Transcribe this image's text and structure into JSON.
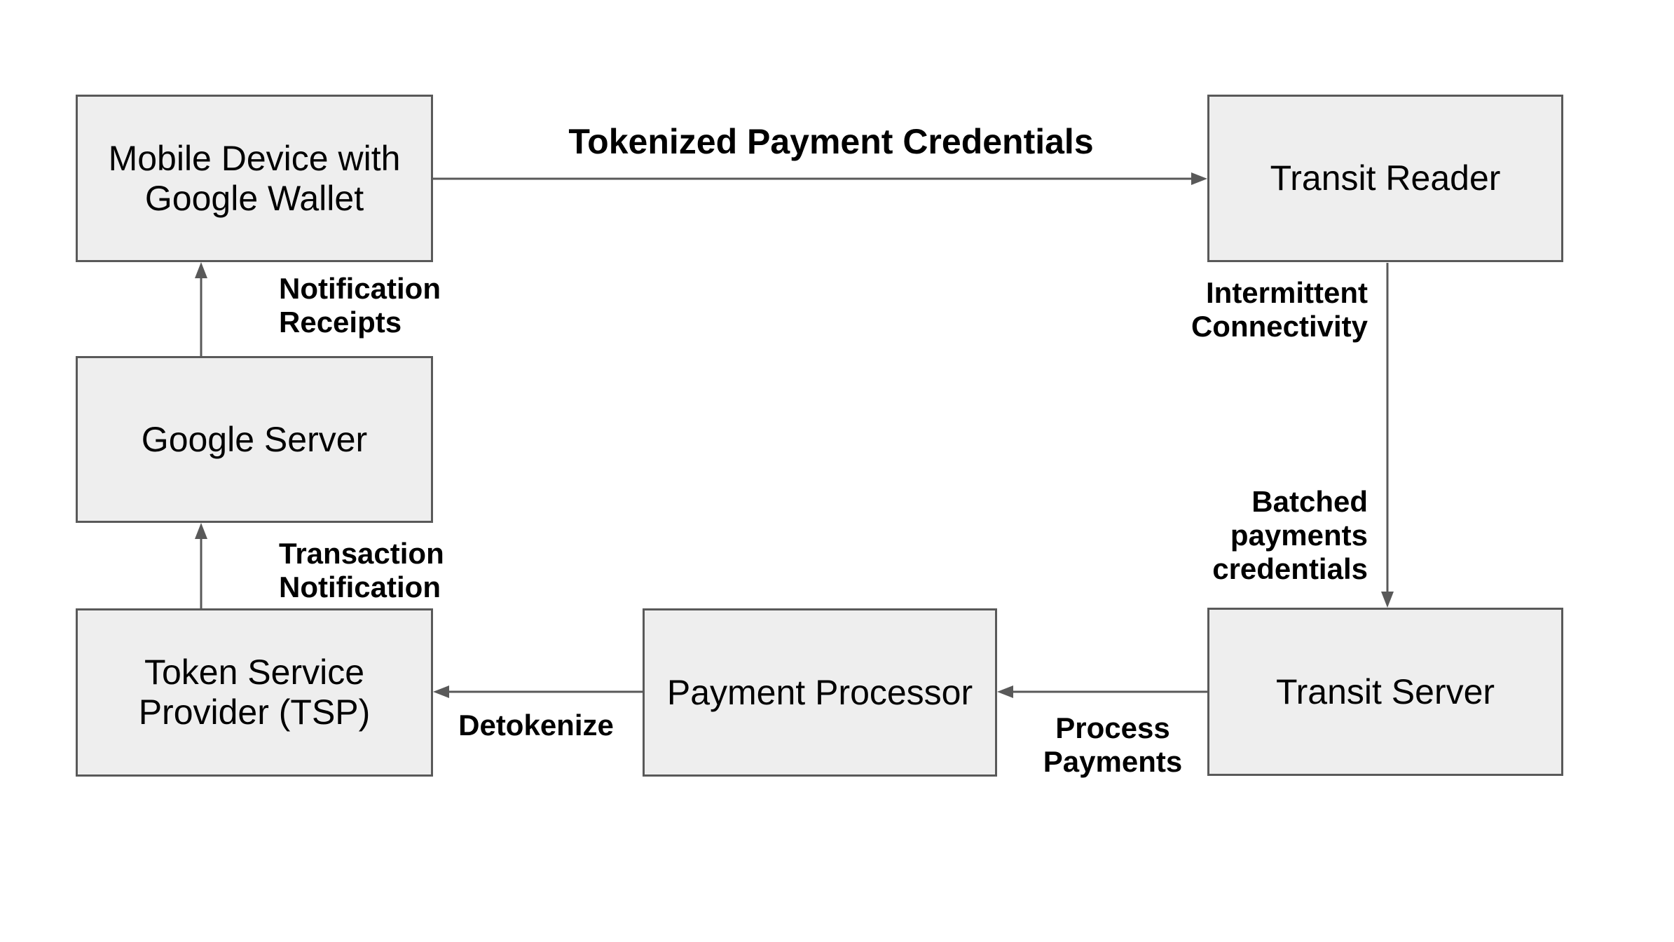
{
  "colors": {
    "bg": "#ffffff",
    "node_fill": "#eeeeee",
    "node_border": "#595959",
    "arrow": "#595959",
    "text": "#000000"
  },
  "diagram": {
    "nodes": [
      {
        "id": "mobile-device-google-wallet",
        "lines": [
          "Mobile Device with",
          "Google Wallet"
        ]
      },
      {
        "id": "transit-reader",
        "lines": [
          "Transit Reader"
        ]
      },
      {
        "id": "google-server",
        "lines": [
          "Google Server"
        ]
      },
      {
        "id": "token-service-provider-tsp",
        "lines": [
          "Token Service",
          "Provider (TSP)"
        ]
      },
      {
        "id": "payment-processor",
        "lines": [
          "Payment Processor"
        ]
      },
      {
        "id": "transit-server",
        "lines": [
          "Transit Server"
        ]
      }
    ],
    "edge_labels": [
      {
        "id": "tokenized-payment-credentials",
        "lines": [
          "Tokenized Payment Credentials"
        ]
      },
      {
        "id": "notification-receipts",
        "lines": [
          "Notification",
          "Receipts"
        ]
      },
      {
        "id": "transaction-notification",
        "lines": [
          "Transaction",
          "Notification"
        ]
      },
      {
        "id": "intermittent-connectivity",
        "lines": [
          "Intermittent",
          "Connectivity"
        ]
      },
      {
        "id": "batched-payments-credentials",
        "lines": [
          "Batched",
          "payments",
          "credentials"
        ]
      },
      {
        "id": "process-payments",
        "lines": [
          "Process",
          "Payments"
        ]
      },
      {
        "id": "detokenize",
        "lines": [
          "Detokenize"
        ]
      }
    ],
    "edges": [
      {
        "from": "mobile-device-google-wallet",
        "to": "transit-reader",
        "label": "Tokenized Payment Credentials"
      },
      {
        "from": "transit-reader",
        "to": "transit-server",
        "label": "Intermittent Connectivity / Batched payments credentials"
      },
      {
        "from": "transit-server",
        "to": "payment-processor",
        "label": "Process Payments"
      },
      {
        "from": "payment-processor",
        "to": "token-service-provider-tsp",
        "label": "Detokenize"
      },
      {
        "from": "token-service-provider-tsp",
        "to": "google-server",
        "label": "Transaction Notification"
      },
      {
        "from": "google-server",
        "to": "mobile-device-google-wallet",
        "label": "Notification Receipts"
      }
    ]
  }
}
